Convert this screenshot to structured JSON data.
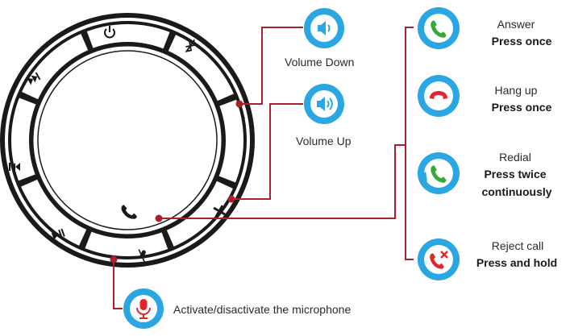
{
  "colors": {
    "accent_blue": "#2aa6e2",
    "callout_red": "#a8222c",
    "ring_dark": "#1a1a1a",
    "answer_green": "#39a935",
    "hangup_red": "#e0262b",
    "mic_red": "#e0262b"
  },
  "device": {
    "ring_icons": [
      "power-icon",
      "bluetooth-icon",
      "volume-minus-icon",
      "volume-plus-icon",
      "mute-icon",
      "play-pause-icon",
      "previous-track-icon",
      "next-track-icon"
    ],
    "center_icon": "phone-handset-icon"
  },
  "callouts": {
    "volume_down": {
      "icon": "speaker-low-icon",
      "label": "Volume Down"
    },
    "volume_up": {
      "icon": "speaker-high-icon",
      "label": "Volume Up"
    },
    "microphone": {
      "icon": "microphone-icon",
      "label": "Activate/disactivate the microphone"
    }
  },
  "call_functions": [
    {
      "icon": "answer-call-icon",
      "action": "Answer",
      "gesture": "Press once"
    },
    {
      "icon": "hang-up-icon",
      "action": "Hang up",
      "gesture": "Press once"
    },
    {
      "icon": "redial-icon",
      "action": "Redial",
      "gesture_line1": "Press twice",
      "gesture_line2": "continuously"
    },
    {
      "icon": "reject-call-icon",
      "action": "Reject call",
      "gesture": "Press and hold"
    }
  ]
}
